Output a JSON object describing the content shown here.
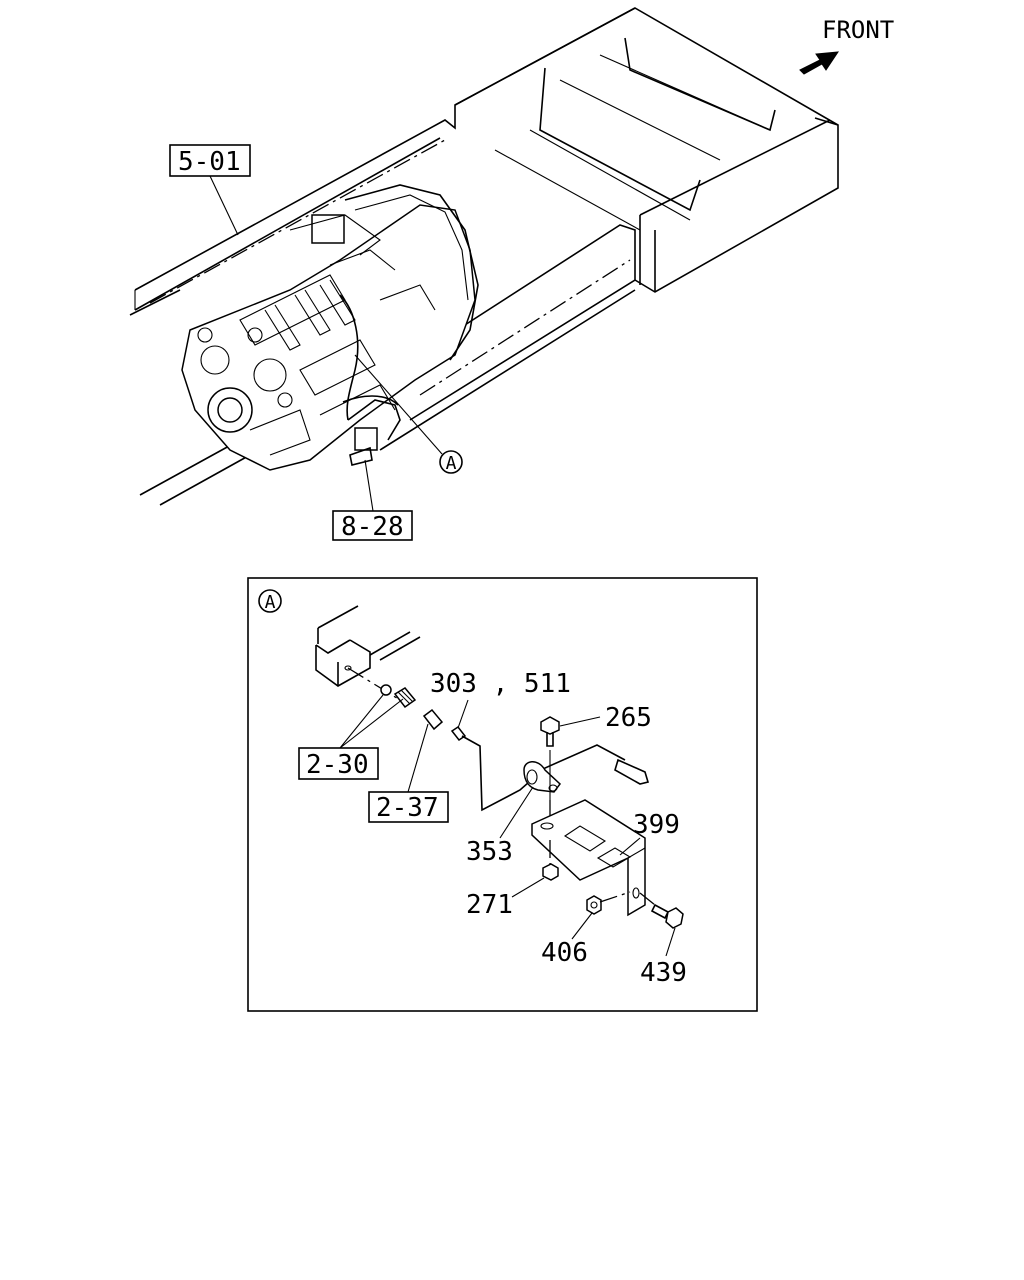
{
  "direction": {
    "label": "FRONT",
    "icon": "front-arrow-icon"
  },
  "main_view": {
    "refs": [
      "5-01",
      "8-28"
    ],
    "detail_marker": "A"
  },
  "detail": {
    "marker": "A",
    "boxed_refs": [
      "2-30",
      "2-37"
    ],
    "part_numbers": [
      "303 , 511",
      "265",
      "399",
      "353",
      "271",
      "406",
      "439"
    ]
  }
}
